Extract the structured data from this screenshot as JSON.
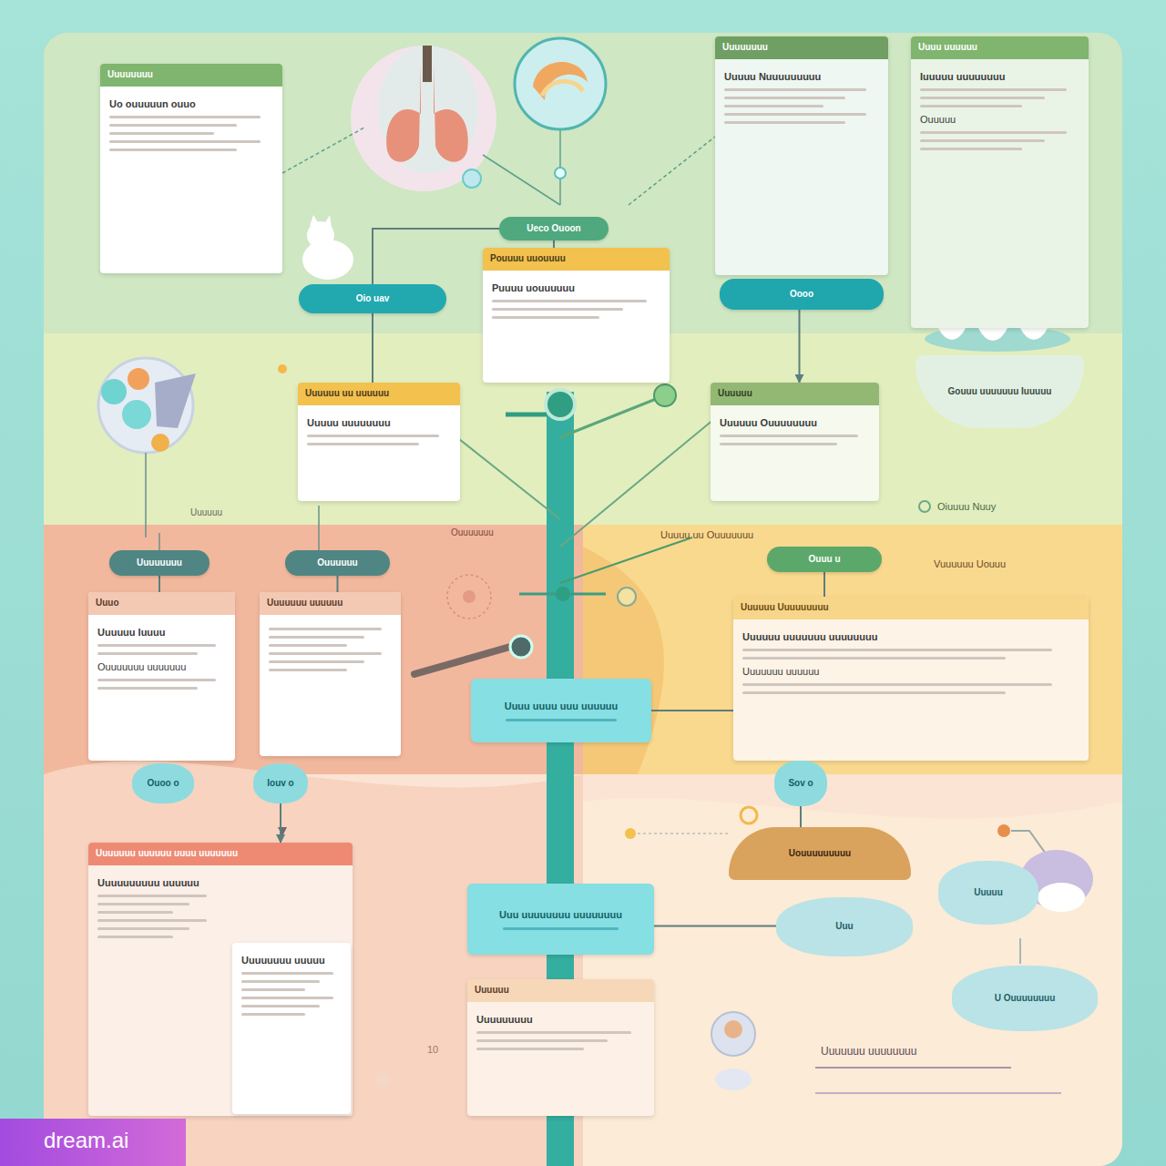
{
  "diagram": {
    "nodes": [
      {
        "text": [
          "Uuuuuuuu",
          "Uo ouuuuun ouuo"
        ]
      },
      {
        "text": [
          "Oio uav"
        ]
      },
      {
        "text": [
          "Ueco Ouoon"
        ]
      },
      {
        "text": [
          "Pouuuu uuouuuu",
          "Puuuu uouuuuuu"
        ]
      },
      {
        "text": [
          "Uuuuuuuu",
          "Uuuuu Nuuuuuuuuu"
        ]
      },
      {
        "text": [
          "Oooo"
        ]
      },
      {
        "text": [
          "Uuuu uuuuuu",
          "Iuuuuu uuuuuuuu",
          "Ouuuuu"
        ]
      },
      {
        "text": [
          "Gouuu uuuuuuu Iuuuuu"
        ]
      },
      {
        "text": [
          "Uuuuuu uu uuuuuu",
          "Uuuuu uuuuuuuu"
        ]
      },
      {
        "text": [
          "Uuuuuu",
          "Uuuuuu Ouuuuuuuu"
        ]
      },
      {
        "text": [
          "Uuuuuuuu"
        ]
      },
      {
        "text": [
          "Ouuuuuu"
        ]
      },
      {
        "text": [
          "Uuuo",
          "Uuuuuu Iuuuu",
          "Ouuuuuuu uuuuuuu"
        ]
      },
      {
        "text": [
          "Uuuuuuu uuuuuu"
        ]
      },
      {
        "text": [
          "Ouuu u"
        ]
      },
      {
        "text": [
          "Uuuuuu Uuuuuuuuu",
          "Uuuuuu uuuuuuu uuuuuuuu",
          "Uuuuuuu uuuuuu"
        ]
      },
      {
        "text": [
          "Uuuu uuuu uuu uuuuuu"
        ]
      },
      {
        "text": [
          "Ouoo o"
        ]
      },
      {
        "text": [
          "Iouv o"
        ]
      },
      {
        "text": [
          "Sov o"
        ]
      },
      {
        "text": [
          "Uouuuuuuuuu"
        ]
      },
      {
        "text": [
          "Uuuuuuu uuuuuu uuuu uuuuuuu",
          "Uuuuuuuuuu uuuuuu"
        ]
      },
      {
        "text": [
          "Uuuuuuuu uuuuu"
        ],
        "in": 21
      },
      {
        "text": [
          "Uuu uuuuuuuu uuuuuuuu"
        ]
      },
      {
        "text": [
          "Uuuuuu",
          "Uuuuuuuuu"
        ]
      },
      {
        "text": [
          "Uuuuu"
        ]
      },
      {
        "text": [
          "Uuu"
        ]
      },
      {
        "text": [
          "U Ouuuuuuuu"
        ]
      }
    ],
    "edges": [
      {
        "from": 1,
        "to": 2,
        "arrow": "none"
      },
      {
        "from": 2,
        "to": 3,
        "arrow": "none"
      },
      {
        "from": 1,
        "to": 8,
        "arrow": "none"
      },
      {
        "from": 5,
        "to": 9,
        "arrow": "to"
      },
      {
        "from": 10,
        "to": 12,
        "arrow": "none"
      },
      {
        "from": 11,
        "to": 13,
        "arrow": "none"
      },
      {
        "from": 14,
        "to": 15,
        "arrow": "none"
      },
      {
        "from": 16,
        "to": 15,
        "arrow": "none"
      },
      {
        "from": 18,
        "to": 21,
        "arrow": "to"
      },
      {
        "from": 19,
        "to": 20,
        "arrow": "none"
      },
      {
        "from": 23,
        "to": 26,
        "arrow": "none"
      }
    ],
    "labels": [
      "Oiuuuu Nuuy",
      "Uuuuuu",
      "Ouuuuuuu",
      "Uuuuu uu Ouuuuuuu",
      "Vuuuuuu Uouuu",
      "10",
      "Uuuuuuu uuuuuuuu",
      "dream.ai"
    ]
  }
}
